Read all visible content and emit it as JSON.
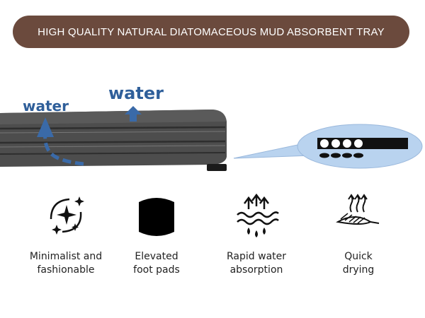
{
  "banner": {
    "title": "HIGH QUALITY NATURAL DIATOMACEOUS MUD ABSORBENT TRAY"
  },
  "diagram": {
    "water_label_left": "water",
    "water_label_top": "water"
  },
  "features": [
    {
      "label_line1": "Minimalist and",
      "label_line2": "fashionable",
      "icon": "sparkles-icon"
    },
    {
      "label_line1": "Elevated",
      "label_line2": "foot pads",
      "icon": "foot-pad-icon"
    },
    {
      "label_line1": "Rapid water",
      "label_line2": "absorption",
      "icon": "water-absorption-icon"
    },
    {
      "label_line1": "Quick",
      "label_line2": "drying",
      "icon": "quick-dry-icon"
    }
  ],
  "colors": {
    "banner": "#6b4a3d",
    "water_text": "#2f5f9a",
    "tray": "#4a4a4a",
    "callout": "#b9d3ef"
  }
}
